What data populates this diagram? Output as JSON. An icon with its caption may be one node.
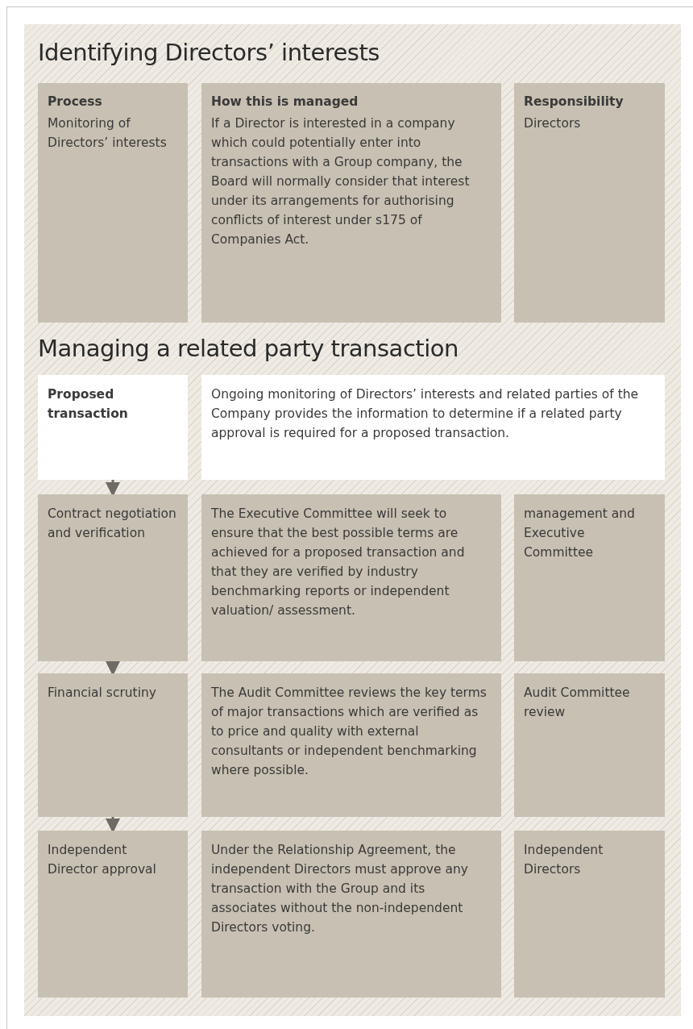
{
  "diagram": {
    "nodes": [
      {
        "text": [
          "Process",
          "Monitoring of Directors’ interests"
        ]
      },
      {
        "text": [
          "How this is managed",
          "If a Director is interested in a company which could potentially enter into transactions with a Group company, the Board will normally consider that interest under its arrangements for authorising conflicts of interest under s175 of Companies Act."
        ]
      },
      {
        "text": [
          "Responsibility",
          "Directors"
        ]
      },
      {
        "text": [
          "Proposed transaction"
        ]
      },
      {
        "text": [
          "Ongoing monitoring of Directors’ interests and related parties of the Company provides the information to determine if a related party approval is required for a proposed transaction."
        ]
      },
      {
        "text": [
          "Contract negotiation and verification"
        ]
      },
      {
        "text": [
          "The Executive Committee will seek to ensure that the best possible terms are achieved for a proposed transaction and that they are verified by industry benchmarking reports or independent valuation/ assessment."
        ]
      },
      {
        "text": [
          "management and Executive Committee"
        ]
      },
      {
        "text": [
          "Financial scrutiny"
        ]
      },
      {
        "text": [
          "The Audit Committee reviews the key terms of major transactions which are verified as to price and quality with external consultants or independent benchmarking where possible."
        ]
      },
      {
        "text": [
          "Audit Committee review"
        ]
      },
      {
        "text": [
          "Independent Director approval"
        ]
      },
      {
        "text": [
          "Under the Relationship Agreement, the independent Directors must approve any transaction with the Group and its associates without the non-independent Directors voting."
        ]
      },
      {
        "text": [
          "Independent Directors"
        ]
      }
    ],
    "edges": [
      {
        "from": 3,
        "to": 5,
        "arrow": "to"
      },
      {
        "from": 5,
        "to": 8,
        "arrow": "to"
      },
      {
        "from": 8,
        "to": 11,
        "arrow": "to"
      }
    ],
    "labels": [
      "Identifying Directors’ interests",
      "Managing a related party transaction"
    ]
  }
}
